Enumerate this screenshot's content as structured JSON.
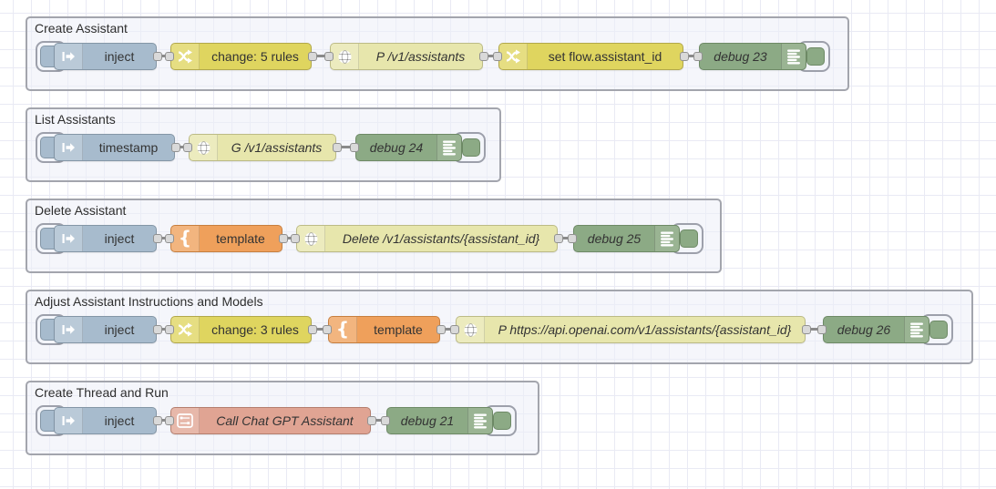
{
  "colors": {
    "canvas_background": "#ffffff",
    "canvas_grid": "#e9eaf4",
    "group_fill": "#eceff7",
    "group_border": "#a3a5ad",
    "node_inject": "#a7bbcd",
    "node_change": "#dfd55f",
    "node_http_request": "#e7e6ac",
    "node_template": "#efa05b",
    "node_debug": "#8caa85",
    "node_subflow": "#e0a493",
    "node_text": "#333333",
    "wire": "#8a8a8a",
    "port": "#d9d9d9"
  },
  "icons": {
    "inject": "inject-arrow-icon",
    "change": "shuffle-icon",
    "http_request": "globe-icon",
    "template": "curly-brace-icon",
    "debug": "debug-sidebar-icon",
    "subflow": "mini-flow-icon"
  },
  "groups": [
    {
      "label": "Create Assistant",
      "nodes": [
        {
          "type": "inject",
          "label": "inject"
        },
        {
          "type": "change",
          "label": "change: 5 rules"
        },
        {
          "type": "http request",
          "label": "P /v1/assistants"
        },
        {
          "type": "change",
          "label": "set flow.assistant_id"
        },
        {
          "type": "debug",
          "label": "debug 23"
        }
      ]
    },
    {
      "label": "List Assistants",
      "nodes": [
        {
          "type": "inject",
          "label": "timestamp"
        },
        {
          "type": "http request",
          "label": "G /v1/assistants"
        },
        {
          "type": "debug",
          "label": "debug 24"
        }
      ]
    },
    {
      "label": "Delete Assistant",
      "nodes": [
        {
          "type": "inject",
          "label": "inject"
        },
        {
          "type": "template",
          "label": "template"
        },
        {
          "type": "http request",
          "label": "Delete /v1/assistants/{assistant_id}"
        },
        {
          "type": "debug",
          "label": "debug 25"
        }
      ]
    },
    {
      "label": "Adjust Assistant Instructions and Models",
      "nodes": [
        {
          "type": "inject",
          "label": "inject"
        },
        {
          "type": "change",
          "label": "change: 3 rules"
        },
        {
          "type": "template",
          "label": "template"
        },
        {
          "type": "http request",
          "label": "P https://api.openai.com/v1/assistants/{assistant_id}"
        },
        {
          "type": "debug",
          "label": "debug 26"
        }
      ]
    },
    {
      "label": "Create Thread and Run",
      "nodes": [
        {
          "type": "inject",
          "label": "inject"
        },
        {
          "type": "subflow",
          "label": "Call Chat GPT Assistant"
        },
        {
          "type": "debug",
          "label": "debug 21"
        }
      ]
    }
  ]
}
